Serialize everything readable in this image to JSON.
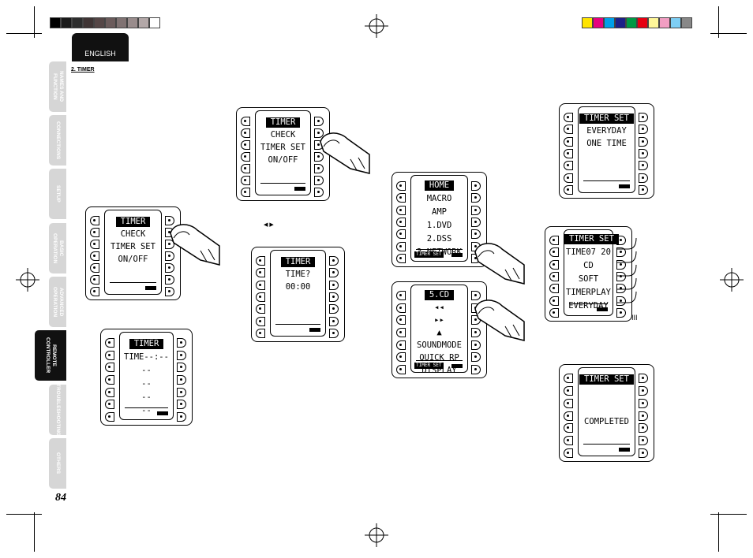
{
  "header": {
    "language": "ENGLISH",
    "section": "2. TIMER"
  },
  "tabs": [
    "NAMES AND\nFUNCTION",
    "CONNECTIONS",
    "SETUP",
    "BASIC\nOPERATION",
    "ADVANCED\nOPERATION",
    "REMOTE\nCONTROLLER",
    "TROUBLESHOOTING",
    "OTHERS"
  ],
  "active_tab": "REMOTE\nCONTROLLER",
  "page_number": "84",
  "nav_arrows": "◀  ▶",
  "screens": {
    "timer_menu_1": [
      "TIMER",
      "CHECK",
      "TIMER SET",
      "ON/OFF"
    ],
    "timer_check": [
      "TIMER",
      "TIME--:--",
      "--",
      "--",
      "--",
      "--"
    ],
    "timer_menu_2": [
      "TIMER",
      "CHECK",
      "TIMER SET",
      "ON/OFF"
    ],
    "timer_time": [
      "TIMER",
      "TIME?",
      "00:00"
    ],
    "home_menu": [
      "HOME",
      "MACRO",
      "AMP",
      "1.DVD",
      "2.DSS",
      "3.NETWORK"
    ],
    "home_tag": "TIMER SET",
    "cd_menu": [
      "5.CD",
      "◂◂",
      "▸▸",
      "▲",
      "SOUNDMODE",
      "QUICK RP",
      "DISPLAY"
    ],
    "cd_tag": "TIMER SET",
    "timer_set_mode": [
      "TIMER SET",
      "EVERYDAY",
      "ONE TIME"
    ],
    "timer_set_detail": [
      "TIMER SET",
      "TIME07 20",
      "CD",
      "SOFT",
      "TIMERPLAY",
      "EVERYDAY"
    ],
    "timer_set_done": [
      "TIMER SET",
      "COMPLETED"
    ],
    "detail_mark": "III"
  },
  "colors": {
    "gray_bar": [
      "#000000",
      "#1a1a1a",
      "#2e2e2e",
      "#403535",
      "#554646",
      "#6b5b5b",
      "#807272",
      "#998c8c",
      "#b3a8a8",
      "#ffffff"
    ],
    "color_bar": [
      "#ffe400",
      "#e6007e",
      "#00a0e9",
      "#1d2088",
      "#009944",
      "#e60012",
      "#fff799",
      "#f19ec2",
      "#7ecef4",
      "#888888"
    ]
  }
}
